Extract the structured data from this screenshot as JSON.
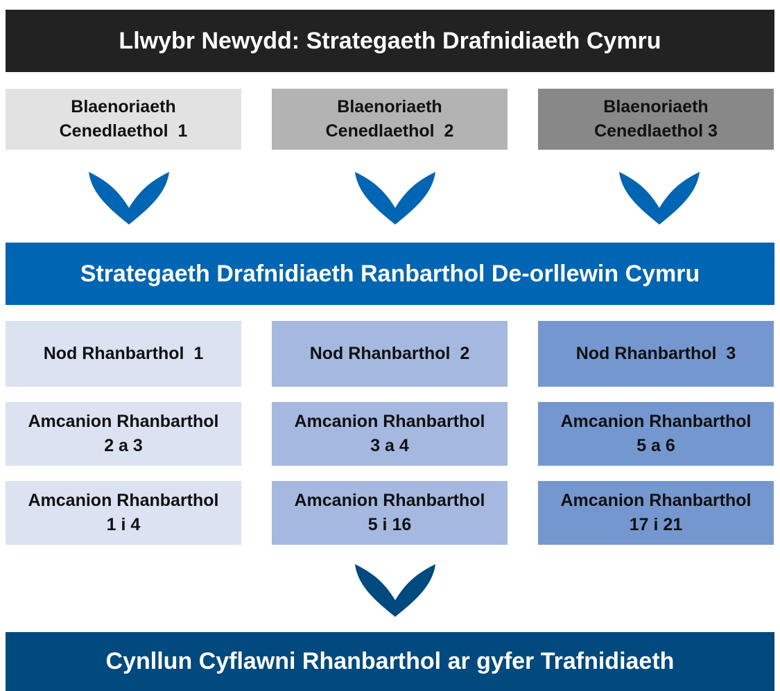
{
  "header": {
    "title": "Llwybr Newydd: Strategaeth Drafnidiaeth Cymru",
    "color": "#222222"
  },
  "national_priorities": [
    {
      "line1": "Blaenoriaeth",
      "line2": "Cenedlaethol  1",
      "color": "#e2e2e2"
    },
    {
      "line1": "Blaenoriaeth",
      "line2": "Cenedlaethol  2",
      "color": "#b3b3b3"
    },
    {
      "line1": "Blaenoriaeth",
      "line2": "Cenedlaethol 3",
      "color": "#888888"
    }
  ],
  "regional_strategy": {
    "title": "Strategaeth Drafnidiaeth Ranbarthol De-orllewin Cymru",
    "color": "#0066b3"
  },
  "regional_goals": [
    {
      "label": "Nod Rhanbarthol  1",
      "color": "#dbe2f1"
    },
    {
      "label": "Nod Rhanbarthol  2",
      "color": "#a5b8e0"
    },
    {
      "label": "Nod Rhanbarthol  3",
      "color": "#7497d0"
    }
  ],
  "objectives_row1": [
    {
      "line1": "Amcanion Rhanbarthol",
      "line2": "2 a 3"
    },
    {
      "line1": "Amcanion Rhanbarthol",
      "line2": "3 a 4"
    },
    {
      "line1": "Amcanion Rhanbarthol",
      "line2": "5 a 6"
    }
  ],
  "objectives_row2": [
    {
      "line1": "Amcanion Rhanbarthol",
      "line2": "1 i 4"
    },
    {
      "line1": "Amcanion Rhanbarthol",
      "line2": "5 i 16"
    },
    {
      "line1": "Amcanion Rhanbarthol",
      "line2": "17 i 21"
    }
  ],
  "delivery_plan": {
    "title": "Cynllun Cyflawni Rhanbarthol ar gyfer Trafnidiaeth",
    "color": "#004a80"
  },
  "chevron_colors": {
    "upper": "#0066b3",
    "lower": "#004a80"
  }
}
